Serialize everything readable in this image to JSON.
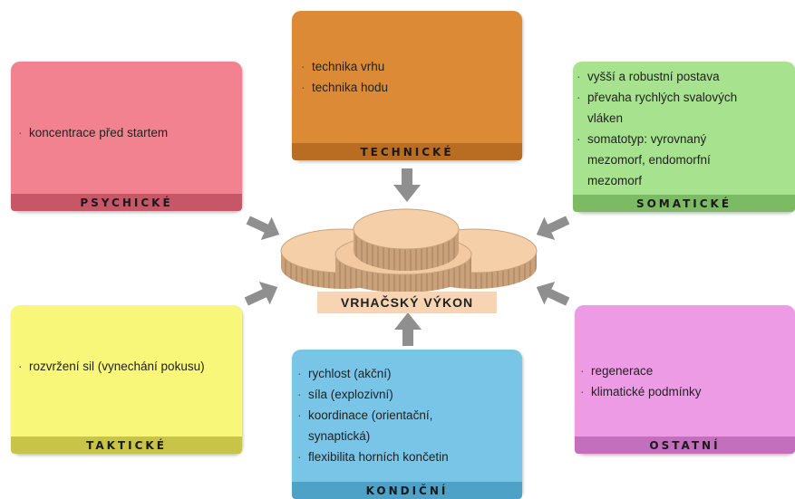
{
  "center": {
    "label": "VRHAČSKÝ VÝKON"
  },
  "boxes": {
    "technicke": {
      "title": "TECHNICKÉ",
      "color": "#dc8a35",
      "bar_color": "#b86d22",
      "items": [
        "technika vrhu",
        "technika hodu"
      ]
    },
    "psychicke": {
      "title": "PSYCHICKÉ",
      "color": "#f2828f",
      "bar_color": "#c55766",
      "items": [
        "koncentrace před startem"
      ]
    },
    "somaticke": {
      "title": "SOMATICKÉ",
      "color": "#a7e28e",
      "bar_color": "#7cba63",
      "items": [
        "vyšší a robustní postava",
        "převaha rychlých svalových vláken",
        "somatotyp: vyrovnaný mezomorf, endomorfní mezomorf"
      ]
    },
    "takticke": {
      "title": "TAKTICKÉ",
      "color": "#f9f77a",
      "bar_color": "#c7c448",
      "items": [
        "rozvržení sil (vynechání pokusu)"
      ]
    },
    "kondicni": {
      "title": "KONDIČNÍ",
      "color": "#79c5e8",
      "bar_color": "#4ea1c7",
      "items": [
        "rychlost (akční)",
        "síla (explozivní)",
        "koordinace (orientační, synaptická)",
        "flexibilita horních končetin"
      ]
    },
    "ostatni": {
      "title": "OSTATNÍ",
      "color": "#ee9be6",
      "bar_color": "#c46fbd",
      "items": [
        "regenerace",
        "klimatické podmínky"
      ]
    }
  },
  "colors": {
    "arrow": "#8f8f8f",
    "disc_top": "#f4cfa8",
    "disc_side": "#c9a27c"
  }
}
